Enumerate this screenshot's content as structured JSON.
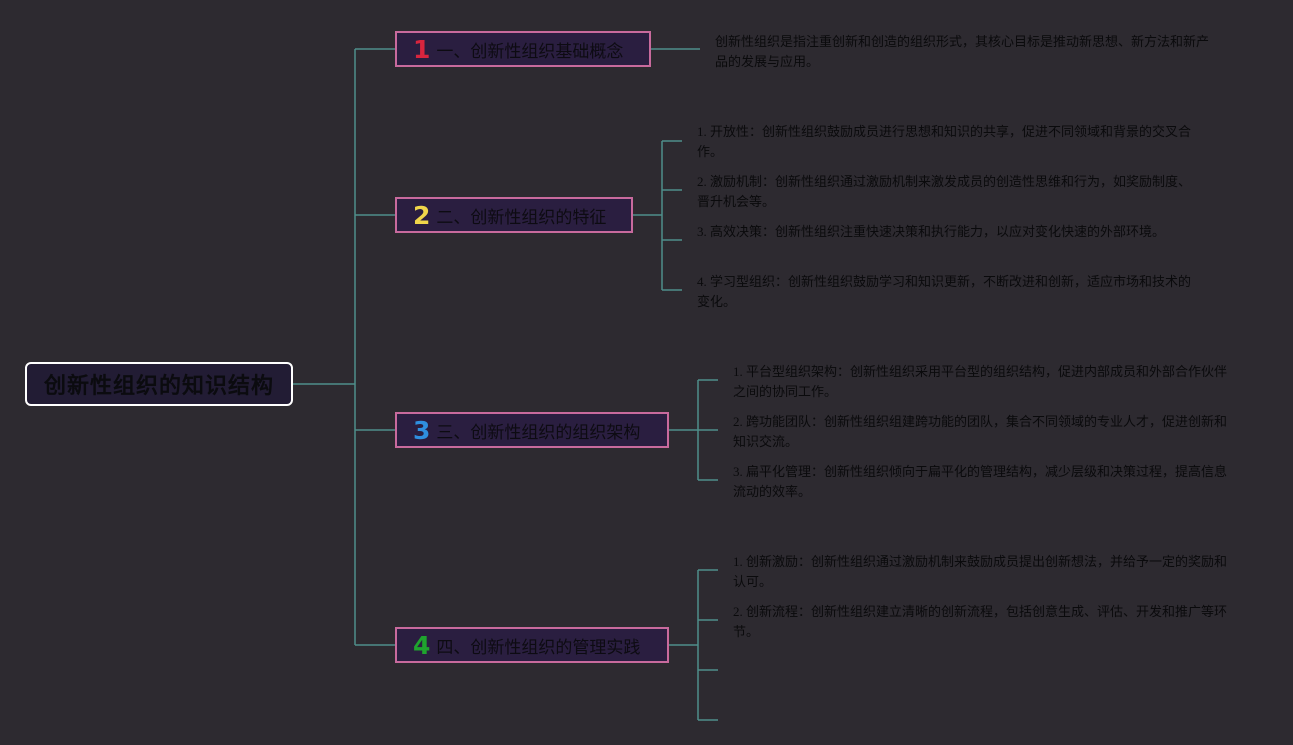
{
  "root": {
    "title": "创新性组织的知识结构"
  },
  "branches": [
    {
      "number": "1",
      "number_color": "#d8253e",
      "title": "一、创新性组织基础概念",
      "notes": [
        "创新性组织是指注重创新和创造的组织形式，其核心目标是推动新思想、新方法和新产品的发展与应用。"
      ]
    },
    {
      "number": "2",
      "number_color": "#f0d64a",
      "title": "二、创新性组织的特征",
      "notes": [
        "1. 开放性：创新性组织鼓励成员进行思想和知识的共享，促进不同领域和背景的交叉合作。",
        "2. 激励机制：创新性组织通过激励机制来激发成员的创造性思维和行为，如奖励制度、晋升机会等。",
        "3. 高效决策：创新性组织注重快速决策和执行能力，以应对变化快速的外部环境。",
        "4. 学习型组织：创新性组织鼓励学习和知识更新，不断改进和创新，适应市场和技术的变化。"
      ]
    },
    {
      "number": "3",
      "number_color": "#2f8fe0",
      "title": "三、创新性组织的组织架构",
      "notes": [
        "1. 平台型组织架构：创新性组织采用平台型的组织结构，促进内部成员和外部合作伙伴之间的协同工作。",
        "2. 跨功能团队：创新性组织组建跨功能的团队，集合不同领域的专业人才，促进创新和知识交流。",
        "3. 扁平化管理：创新性组织倾向于扁平化的管理结构，减少层级和决策过程，提高信息流动的效率。"
      ]
    },
    {
      "number": "4",
      "number_color": "#1fa32e",
      "title": "四、创新性组织的管理实践",
      "notes": [
        "1. 创新激励：创新性组织通过激励机制来鼓励成员提出创新想法，并给予一定的奖励和认可。",
        "2. 创新流程：创新性组织建立清晰的创新流程，包括创意生成、评估、开发和推广等环节。"
      ]
    }
  ],
  "colors": {
    "background": "#2d2a30",
    "connector": "#4f8e8a",
    "branch_border": "#c86a9d",
    "root_border": "#ffffff"
  }
}
